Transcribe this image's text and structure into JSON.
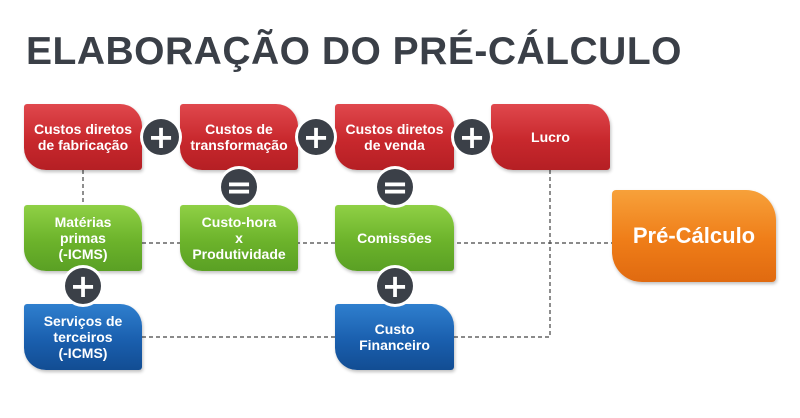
{
  "title": "ELABORAÇÃO DO PRÉ-CÁLCULO",
  "boxes": {
    "custos_fabricacao": "Custos diretos\nde fabricação",
    "custos_transformacao": "Custos de\ntransformação",
    "custos_venda": "Custos diretos\nde venda",
    "lucro": "Lucro",
    "materias_primas": "Matérias primas\n(-ICMS)",
    "custo_hora": "Custo-hora\nx\nProdutividade",
    "comissoes": "Comissões",
    "servicos_terceiros": "Serviços de\nterceiros\n(-ICMS)",
    "custo_financeiro": "Custo\nFinanceiro",
    "pre_calculo": "Pré-Cálculo"
  },
  "operators": {
    "plus": "+",
    "equals": "="
  },
  "colors": {
    "red": "#c8282d",
    "green": "#6cb32b",
    "blue": "#1a5fae",
    "orange": "#ef7d18",
    "operator": "#3b4048",
    "title": "#3a3f47",
    "connector": "#444444"
  }
}
